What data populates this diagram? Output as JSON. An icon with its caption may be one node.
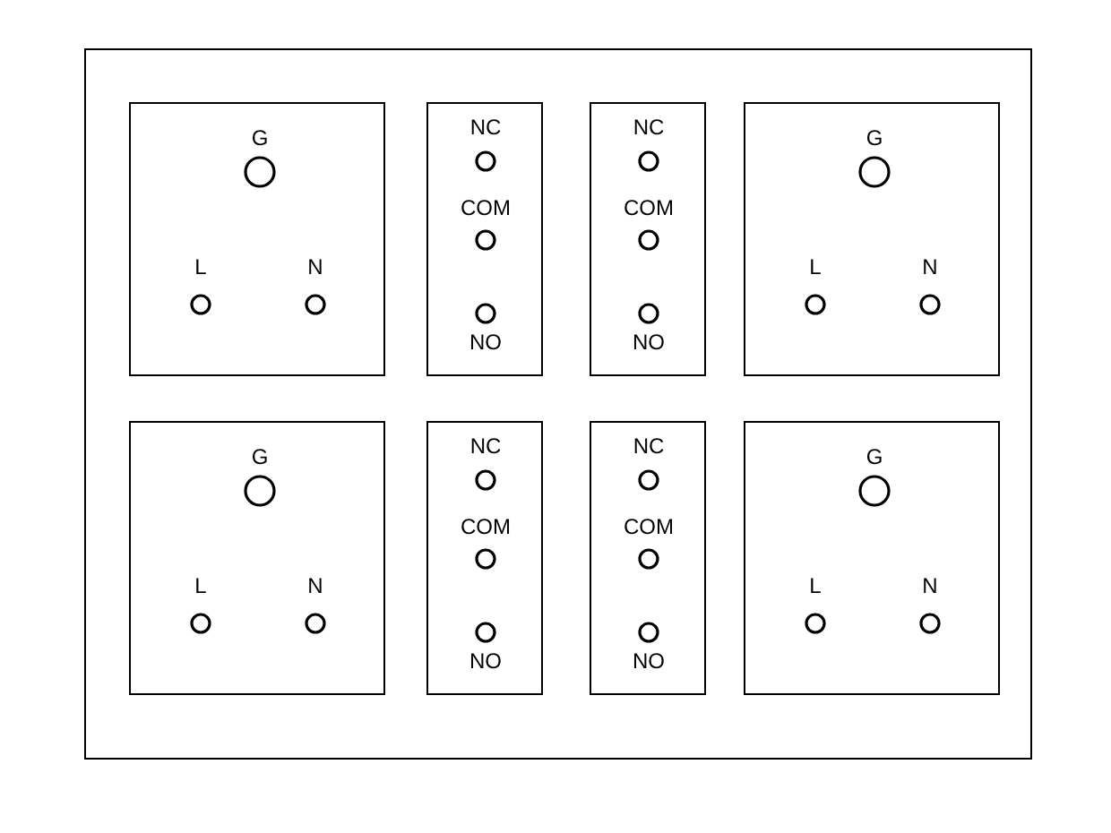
{
  "diagram": {
    "nodes": [
      {
        "text": [],
        "shape": "box"
      },
      {
        "text": [
          "G",
          "L",
          "N"
        ],
        "in": 0
      },
      {
        "text": [
          "NC",
          "COM",
          "NO"
        ],
        "in": 0
      },
      {
        "text": [
          "NC",
          "COM",
          "NO"
        ],
        "in": 0
      },
      {
        "text": [
          "G",
          "L",
          "N"
        ],
        "in": 0
      },
      {
        "text": [
          "G",
          "L",
          "N"
        ],
        "in": 0
      },
      {
        "text": [
          "NC",
          "COM",
          "NO"
        ],
        "in": 0
      },
      {
        "text": [
          "NC",
          "COM",
          "NO"
        ],
        "in": 0
      },
      {
        "text": [
          "G",
          "L",
          "N"
        ],
        "in": 0
      }
    ]
  }
}
